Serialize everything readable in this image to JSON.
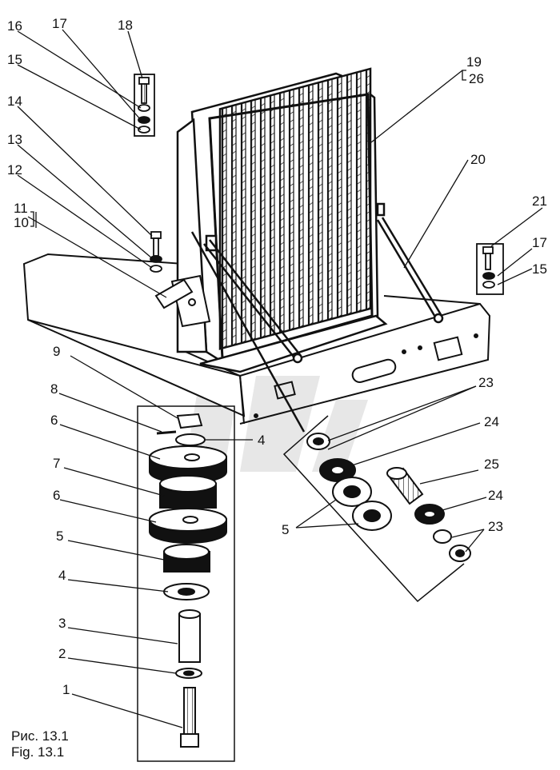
{
  "figure": {
    "caption_ru": "Рис. 13.1",
    "caption_en": "Fig. 13.1"
  },
  "callouts": {
    "c1": "1",
    "c2": "2",
    "c3": "3",
    "c4a": "4",
    "c4b": "4",
    "c5a": "5",
    "c5b": "5",
    "c6a": "6",
    "c6b": "6",
    "c7": "7",
    "c8": "8",
    "c9": "9",
    "c10": "10",
    "c11": "11",
    "c12": "12",
    "c13": "13",
    "c14": "14",
    "c15a": "15",
    "c15b": "15",
    "c16": "16",
    "c17a": "17",
    "c17b": "17",
    "c18": "18",
    "c19": "19",
    "c20": "20",
    "c21": "21",
    "c23a": "23",
    "c23b": "23",
    "c24a": "24",
    "c24b": "24",
    "c25": "25",
    "c26": "26"
  },
  "colors": {
    "ink": "#111111",
    "paper": "#ffffff",
    "watermark": "#c8c8c8"
  }
}
